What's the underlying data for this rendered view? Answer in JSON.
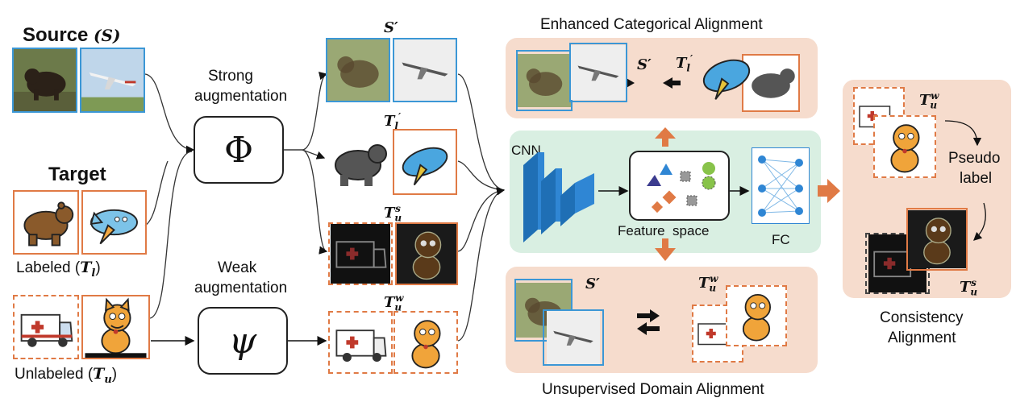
{
  "source": {
    "label": "Source",
    "symbol": "(S)"
  },
  "target": {
    "label": "Target"
  },
  "labeled": {
    "text": "Labeled (",
    "sym": "T",
    "sub": "l",
    "close": ")"
  },
  "unlabeled": {
    "text": "Unlabeled (",
    "sym": "T",
    "sub": "u",
    "close": ")"
  },
  "strong": {
    "line1": "Strong",
    "line2": "augmentation",
    "op": "Φ"
  },
  "weak": {
    "line1": "Weak",
    "line2": "augmentation",
    "op": "ψ"
  },
  "mid_labels": {
    "s_prime": "S′",
    "tl_prime": {
      "sym": "T",
      "sub": "l",
      "prime": "′"
    },
    "tus": {
      "sym": "T",
      "sub": "u",
      "sup": "s"
    },
    "tuw": {
      "sym": "T",
      "sub": "u",
      "sup": "w"
    }
  },
  "eca": {
    "title": "Enhanced Categorical Alignment",
    "s_prime": "S′",
    "tl_prime": {
      "sym": "T",
      "sub": "l",
      "prime": "′"
    }
  },
  "uda": {
    "title": "Unsupervised Domain Alignment",
    "s_prime": "S′",
    "tuw": {
      "sym": "T",
      "sub": "u",
      "sup": "w"
    }
  },
  "network": {
    "cnn": "CNN",
    "feature_space": "Feature  space",
    "fc": "FC"
  },
  "consistency": {
    "line1": "Consistency",
    "line2": "Alignment",
    "pseudo1": "Pseudo",
    "pseudo2": "label",
    "tuw": {
      "sym": "T",
      "sub": "u",
      "sup": "w"
    },
    "tus": {
      "sym": "T",
      "sub": "u",
      "sup": "s"
    }
  },
  "colors": {
    "blue_border": "#3b97d6",
    "orange": "#e07a45",
    "peach": "#f6dccd",
    "mint": "#d9efe2",
    "cnn_blue": "#2f86d4"
  }
}
